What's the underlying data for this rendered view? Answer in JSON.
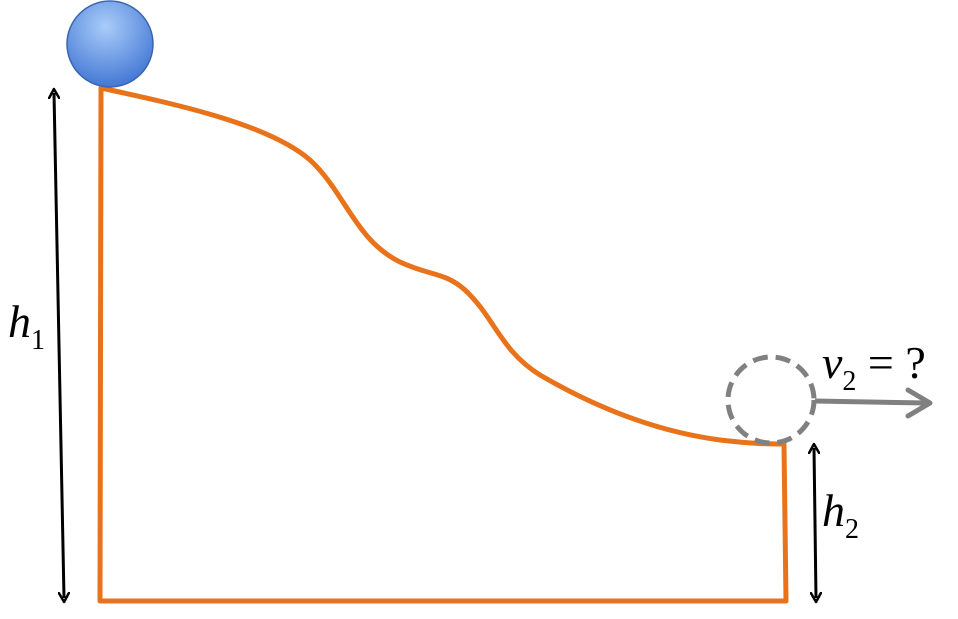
{
  "labels": {
    "h1": {
      "main": "h",
      "sub": "1"
    },
    "h2": {
      "main": "h",
      "sub": "2"
    },
    "v2": {
      "main": "v",
      "sub": "2",
      "suffix": " = ?"
    }
  },
  "colors": {
    "track": "#E8731A",
    "ball_top": "#9BC2F7",
    "ball_bottom": "#3C74D4",
    "ball_outline": "#3A66B0",
    "ghost_ball": "#808080",
    "velocity_arrow": "#808080",
    "dimension_arrow": "#000000"
  }
}
